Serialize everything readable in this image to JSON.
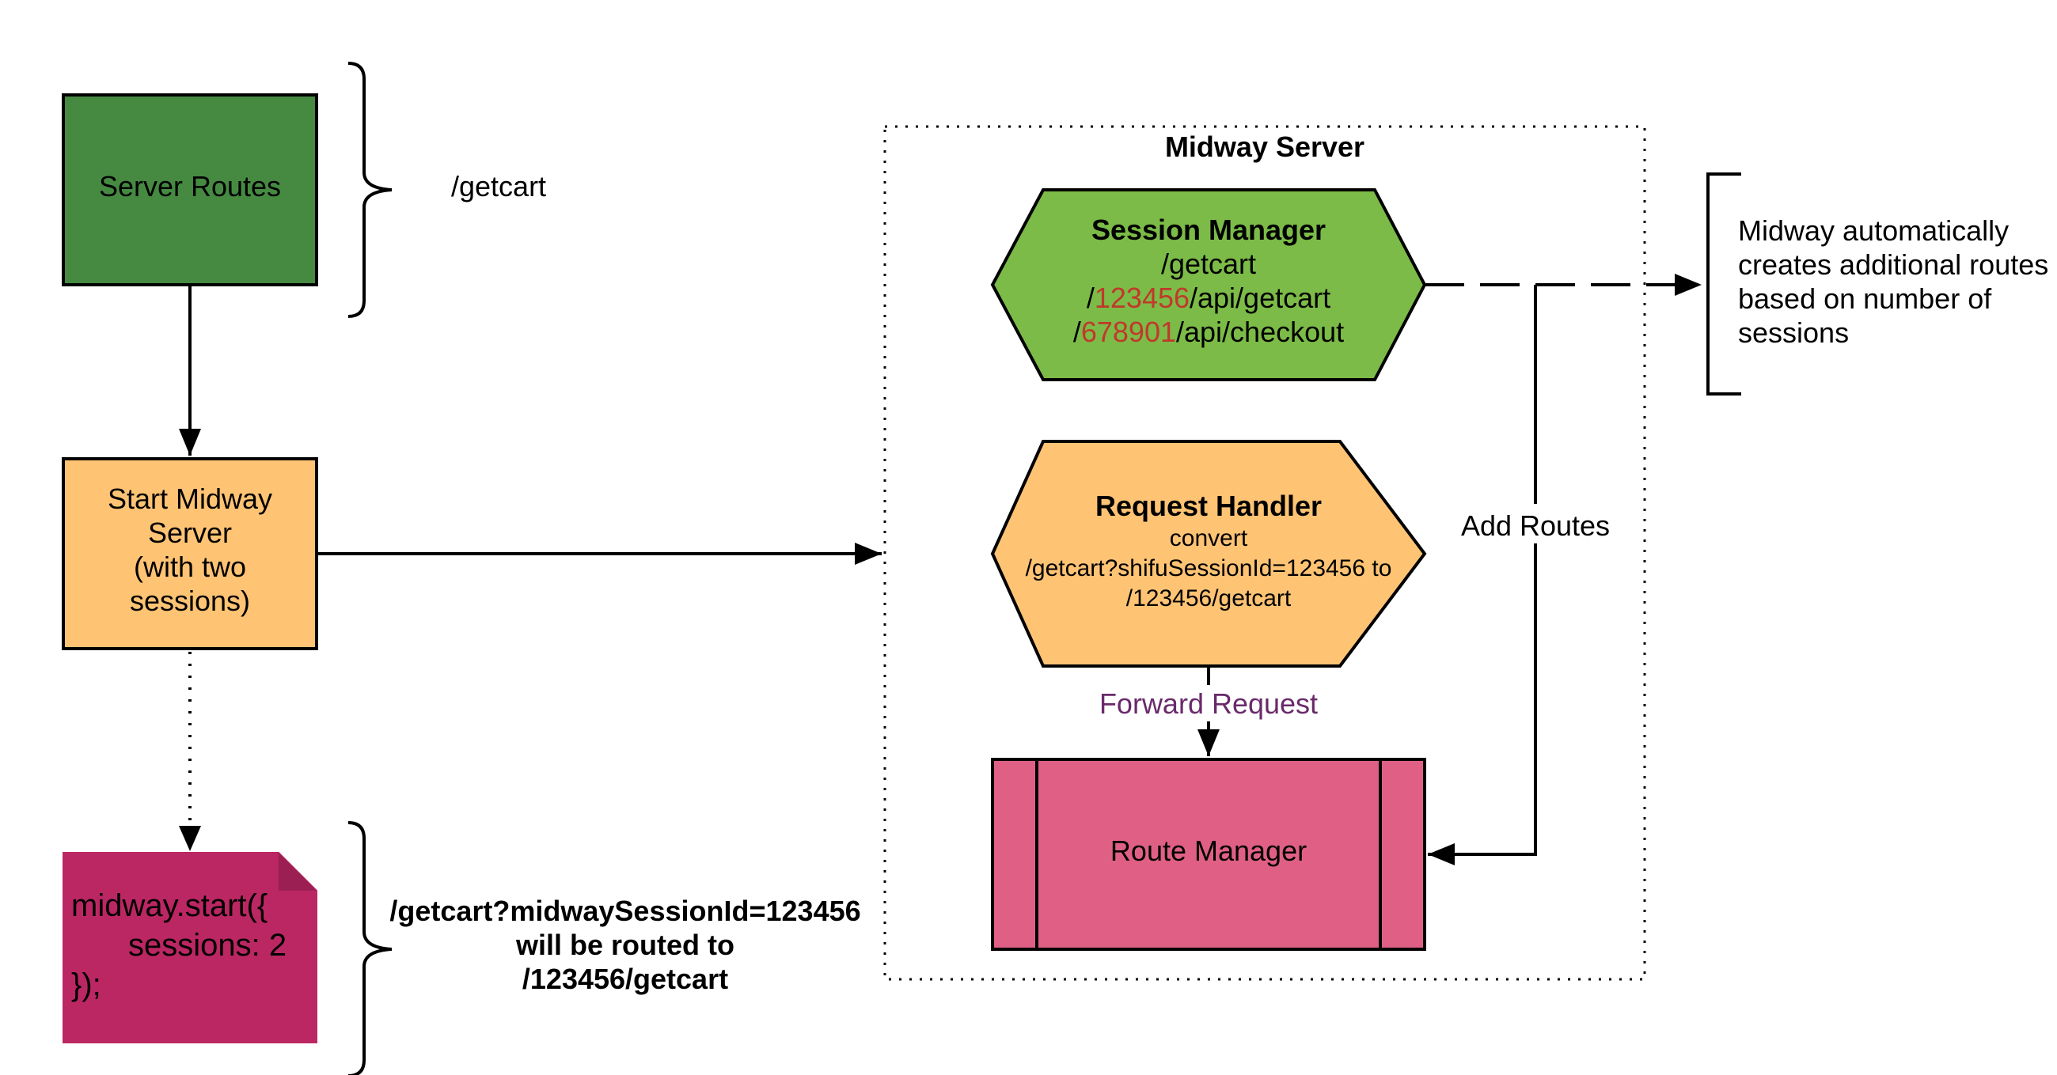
{
  "server_routes": {
    "label": "Server Routes",
    "route": "/getcart"
  },
  "start_midway": {
    "line1": "Start Midway",
    "line2": "Server",
    "line3": "(with two",
    "line4": "sessions)"
  },
  "code_note": {
    "line1": "midway.start({",
    "line2": "sessions: 2",
    "line3": "});"
  },
  "routing_note": {
    "line1": "/getcart?midwaySessionId=123456",
    "line2": "will be routed to",
    "line3": "/123456/getcart"
  },
  "midway_server": {
    "title": "Midway Server",
    "session_manager": {
      "title": "Session Manager",
      "route1": "/getcart",
      "route2_prefix": "/",
      "route2_id": "123456",
      "route2_suffix": "/api/getcart",
      "route3_prefix": "/",
      "route3_id": "678901",
      "route3_suffix": "/api/checkout"
    },
    "request_handler": {
      "title": "Request Handler",
      "line1": "convert",
      "line2": "/getcart?shifuSessionId=123456  to",
      "line3": "/123456/getcart"
    },
    "route_manager": {
      "label": "Route Manager"
    },
    "forward_label": "Forward Request",
    "add_routes_label": "Add Routes"
  },
  "auto_routes_note": {
    "line1": "Midway automatically",
    "line2": "creates additional routes",
    "line3": "based on number of",
    "line4": "sessions"
  },
  "colors": {
    "server_routes_fill": "#468a42",
    "start_midway_fill": "#ffc374",
    "code_note_fill": "#bb2763",
    "session_manager_fill": "#7cbb47",
    "request_handler_fill": "#ffc374",
    "route_manager_fill": "#e06085",
    "session_id_red": "#c0392b",
    "forward_purple": "#6a2a6a"
  }
}
